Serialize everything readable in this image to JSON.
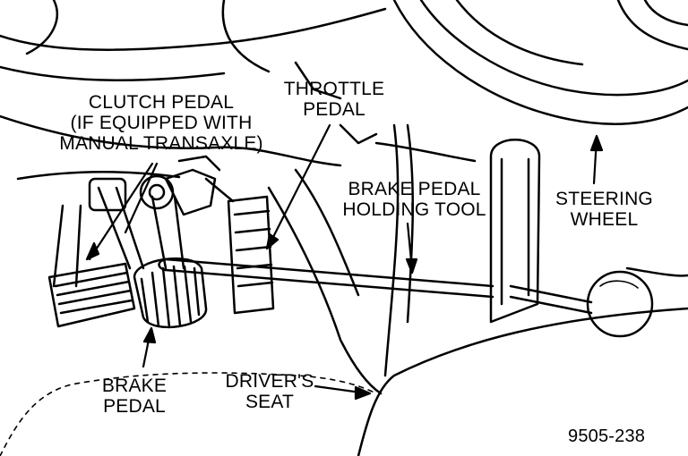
{
  "labels": {
    "clutch_pedal": [
      "CLUTCH PEDAL",
      "(IF EQUIPPED WITH",
      "MANUAL TRANSAXLE)"
    ],
    "throttle_pedal": [
      "THROTTLE",
      "PEDAL"
    ],
    "brake_pedal_holding_tool": [
      "BRAKE PEDAL",
      "HOLDING TOOL"
    ],
    "steering_wheel": [
      "STEERING",
      "WHEEL"
    ],
    "brake_pedal": [
      "BRAKE",
      "PEDAL"
    ],
    "drivers_seat": [
      "DRIVER'S",
      "SEAT"
    ]
  },
  "figure_number": "9505-238"
}
